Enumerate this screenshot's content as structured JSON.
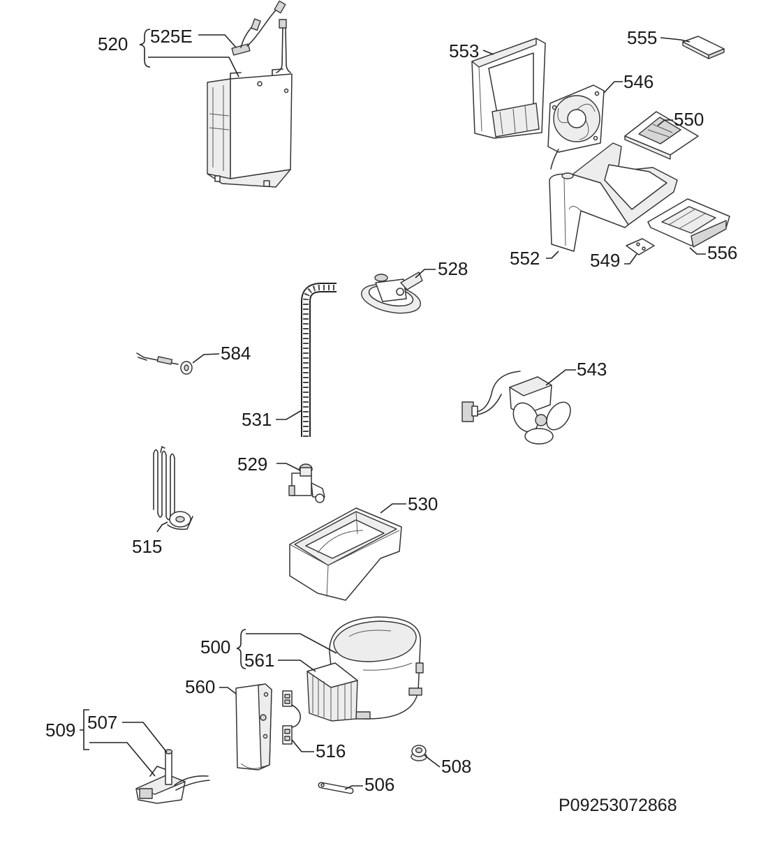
{
  "labels": {
    "l520": "520",
    "l525e": "525E",
    "l553": "553",
    "l555": "555",
    "l546": "546",
    "l550": "550",
    "l552": "552",
    "l549": "549",
    "l556": "556",
    "l528": "528",
    "l584": "584",
    "l531": "531",
    "l543": "543",
    "l529": "529",
    "l530": "530",
    "l515": "515",
    "l500": "500",
    "l561": "561",
    "l560": "560",
    "l509": "509",
    "l507": "507",
    "l516": "516",
    "l508": "508",
    "l506": "506"
  },
  "diagram_code": "P09253072868"
}
